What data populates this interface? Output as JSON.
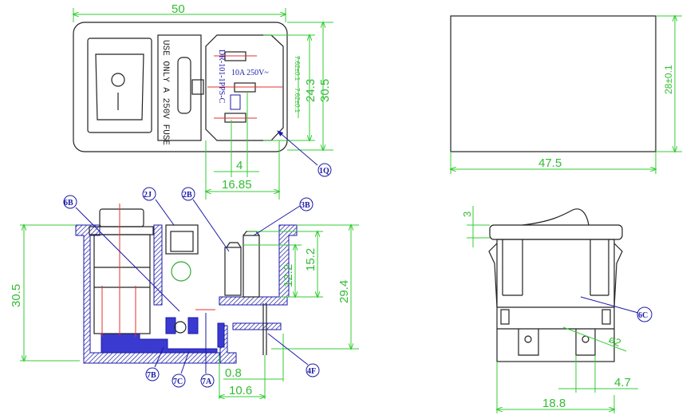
{
  "top_view": {
    "fuse_text": "USE ONLY A 250V FUSE",
    "inlet_model": "DR-101-1PPS-C",
    "inlet_rating": "10A 250V~",
    "dimensions": {
      "width": "50",
      "height": "30.5",
      "inlet_height": "24.3",
      "pin_spacing_a": "7.62±0.1",
      "pin_spacing_b": "7.62±0.1",
      "pin_offset": "4",
      "inlet_width": "16.85"
    },
    "callout": "1Q"
  },
  "panel_cutout": {
    "dimensions": {
      "width": "47.5",
      "height": "28±0.1"
    }
  },
  "section_view": {
    "dimensions": {
      "height": "30.5",
      "overall_depth": "29.4",
      "pin_long": "15.2",
      "pin_short": "12.2",
      "tab_thickness": "0.8",
      "tab_length": "10.6"
    },
    "callouts": [
      "6B",
      "2J",
      "2B",
      "3B",
      "7B",
      "7C",
      "7A",
      "4F"
    ]
  },
  "switch_side_view": {
    "dimensions": {
      "flange": "3",
      "terminal_hole": "ø2",
      "terminal_width": "4.7",
      "body_width": "18.8"
    },
    "callout": "6C"
  }
}
